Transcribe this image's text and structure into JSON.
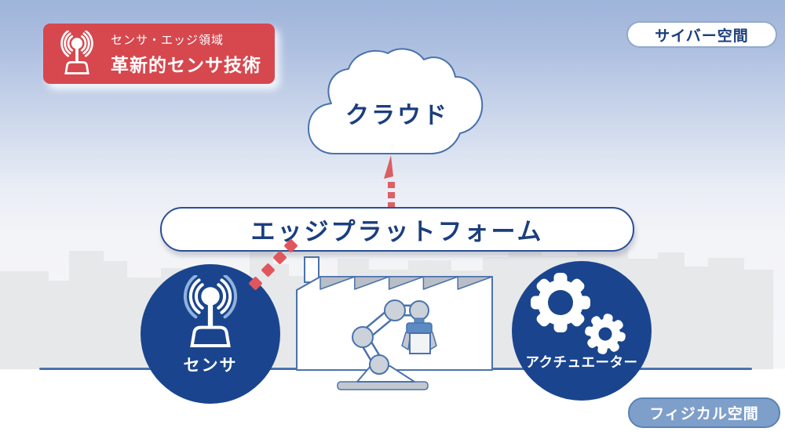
{
  "badge": {
    "category": "センサ・エッジ領域",
    "title": "革新的センサ技術"
  },
  "zones": {
    "cyber": "サイバー空間",
    "physical": "フィジカル空間"
  },
  "nodes": {
    "cloud": {
      "label": "クラウド"
    },
    "edge_platform": {
      "label": "エッジプラットフォーム"
    },
    "sensor": {
      "label": "センサ"
    },
    "actuator": {
      "label": "アクチュエーター"
    }
  },
  "icons": {
    "badge_icon": "radio-sensor-icon",
    "sensor_icon": "radio-sensor-icon",
    "actuator_icon": "gears-icon",
    "cloud_icon": "cloud-shape",
    "factory_icon": "factory-robot-arm",
    "arrows": "red-dashed-arrow"
  },
  "colors": {
    "badge_red": "#d6484e",
    "arrow_red": "#dd6065",
    "node_navy": "#1a458e",
    "text_navy": "#1b3e7d",
    "outline_blue": "#4a72ad",
    "physical_pill_blue": "#7e9fca",
    "skyline_gray": "#e7e8ea"
  }
}
